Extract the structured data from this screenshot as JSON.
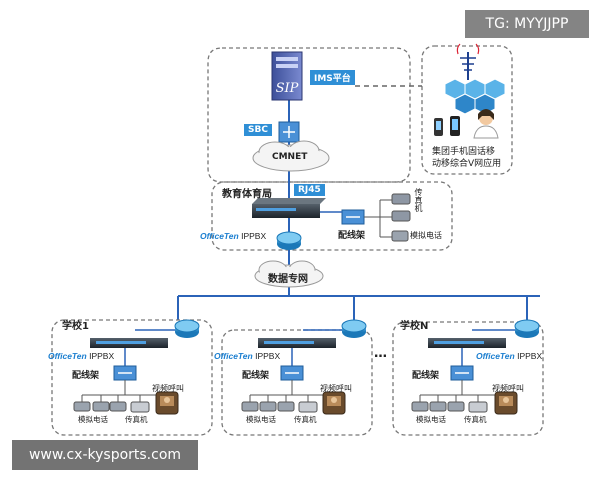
{
  "watermark_top": "TG: MYYJJPP",
  "watermark_bottom": "www.cx-kysports.com",
  "ims_label": "IMS平台",
  "sbc_label": "SBC",
  "cmnet_label": "CMNET",
  "mobile_caption_line1": "集团手机固话移",
  "mobile_caption_line2": "动移综合V网应用",
  "edu_bureau_label": "教育体育局",
  "rj45_label": "RJ45",
  "office_brand": "OfficeTen",
  "ippbx_suffix": "IPPBX",
  "patch_panel_label": "配线架",
  "fax_label_vertical": "传真机",
  "analog_phone_label": "模拟电话",
  "data_network_label": "数据专网",
  "school1_label": "学校1",
  "schoolN_label": "学校N",
  "ellipsis": "…",
  "video_call_label": "视频呼叫",
  "fax_label": "传真机",
  "colors": {
    "accent_blue": "#2f8fd6",
    "brand_red": "#e8401c",
    "line_blue": "#2b63b8"
  }
}
